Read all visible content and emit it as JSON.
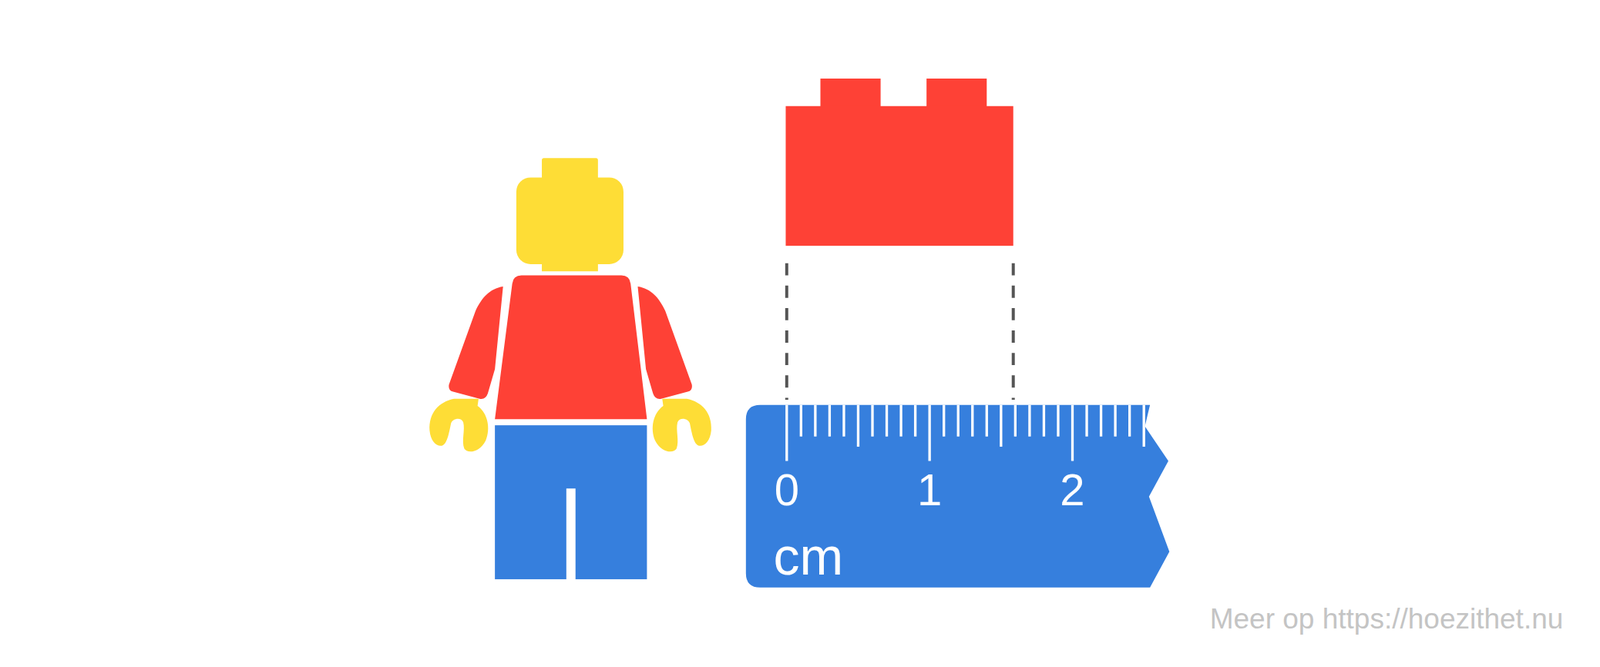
{
  "diagram": {
    "labels": [
      "0",
      "1",
      "2",
      "cm",
      "Meer op https://hoezithet.nu"
    ]
  }
}
